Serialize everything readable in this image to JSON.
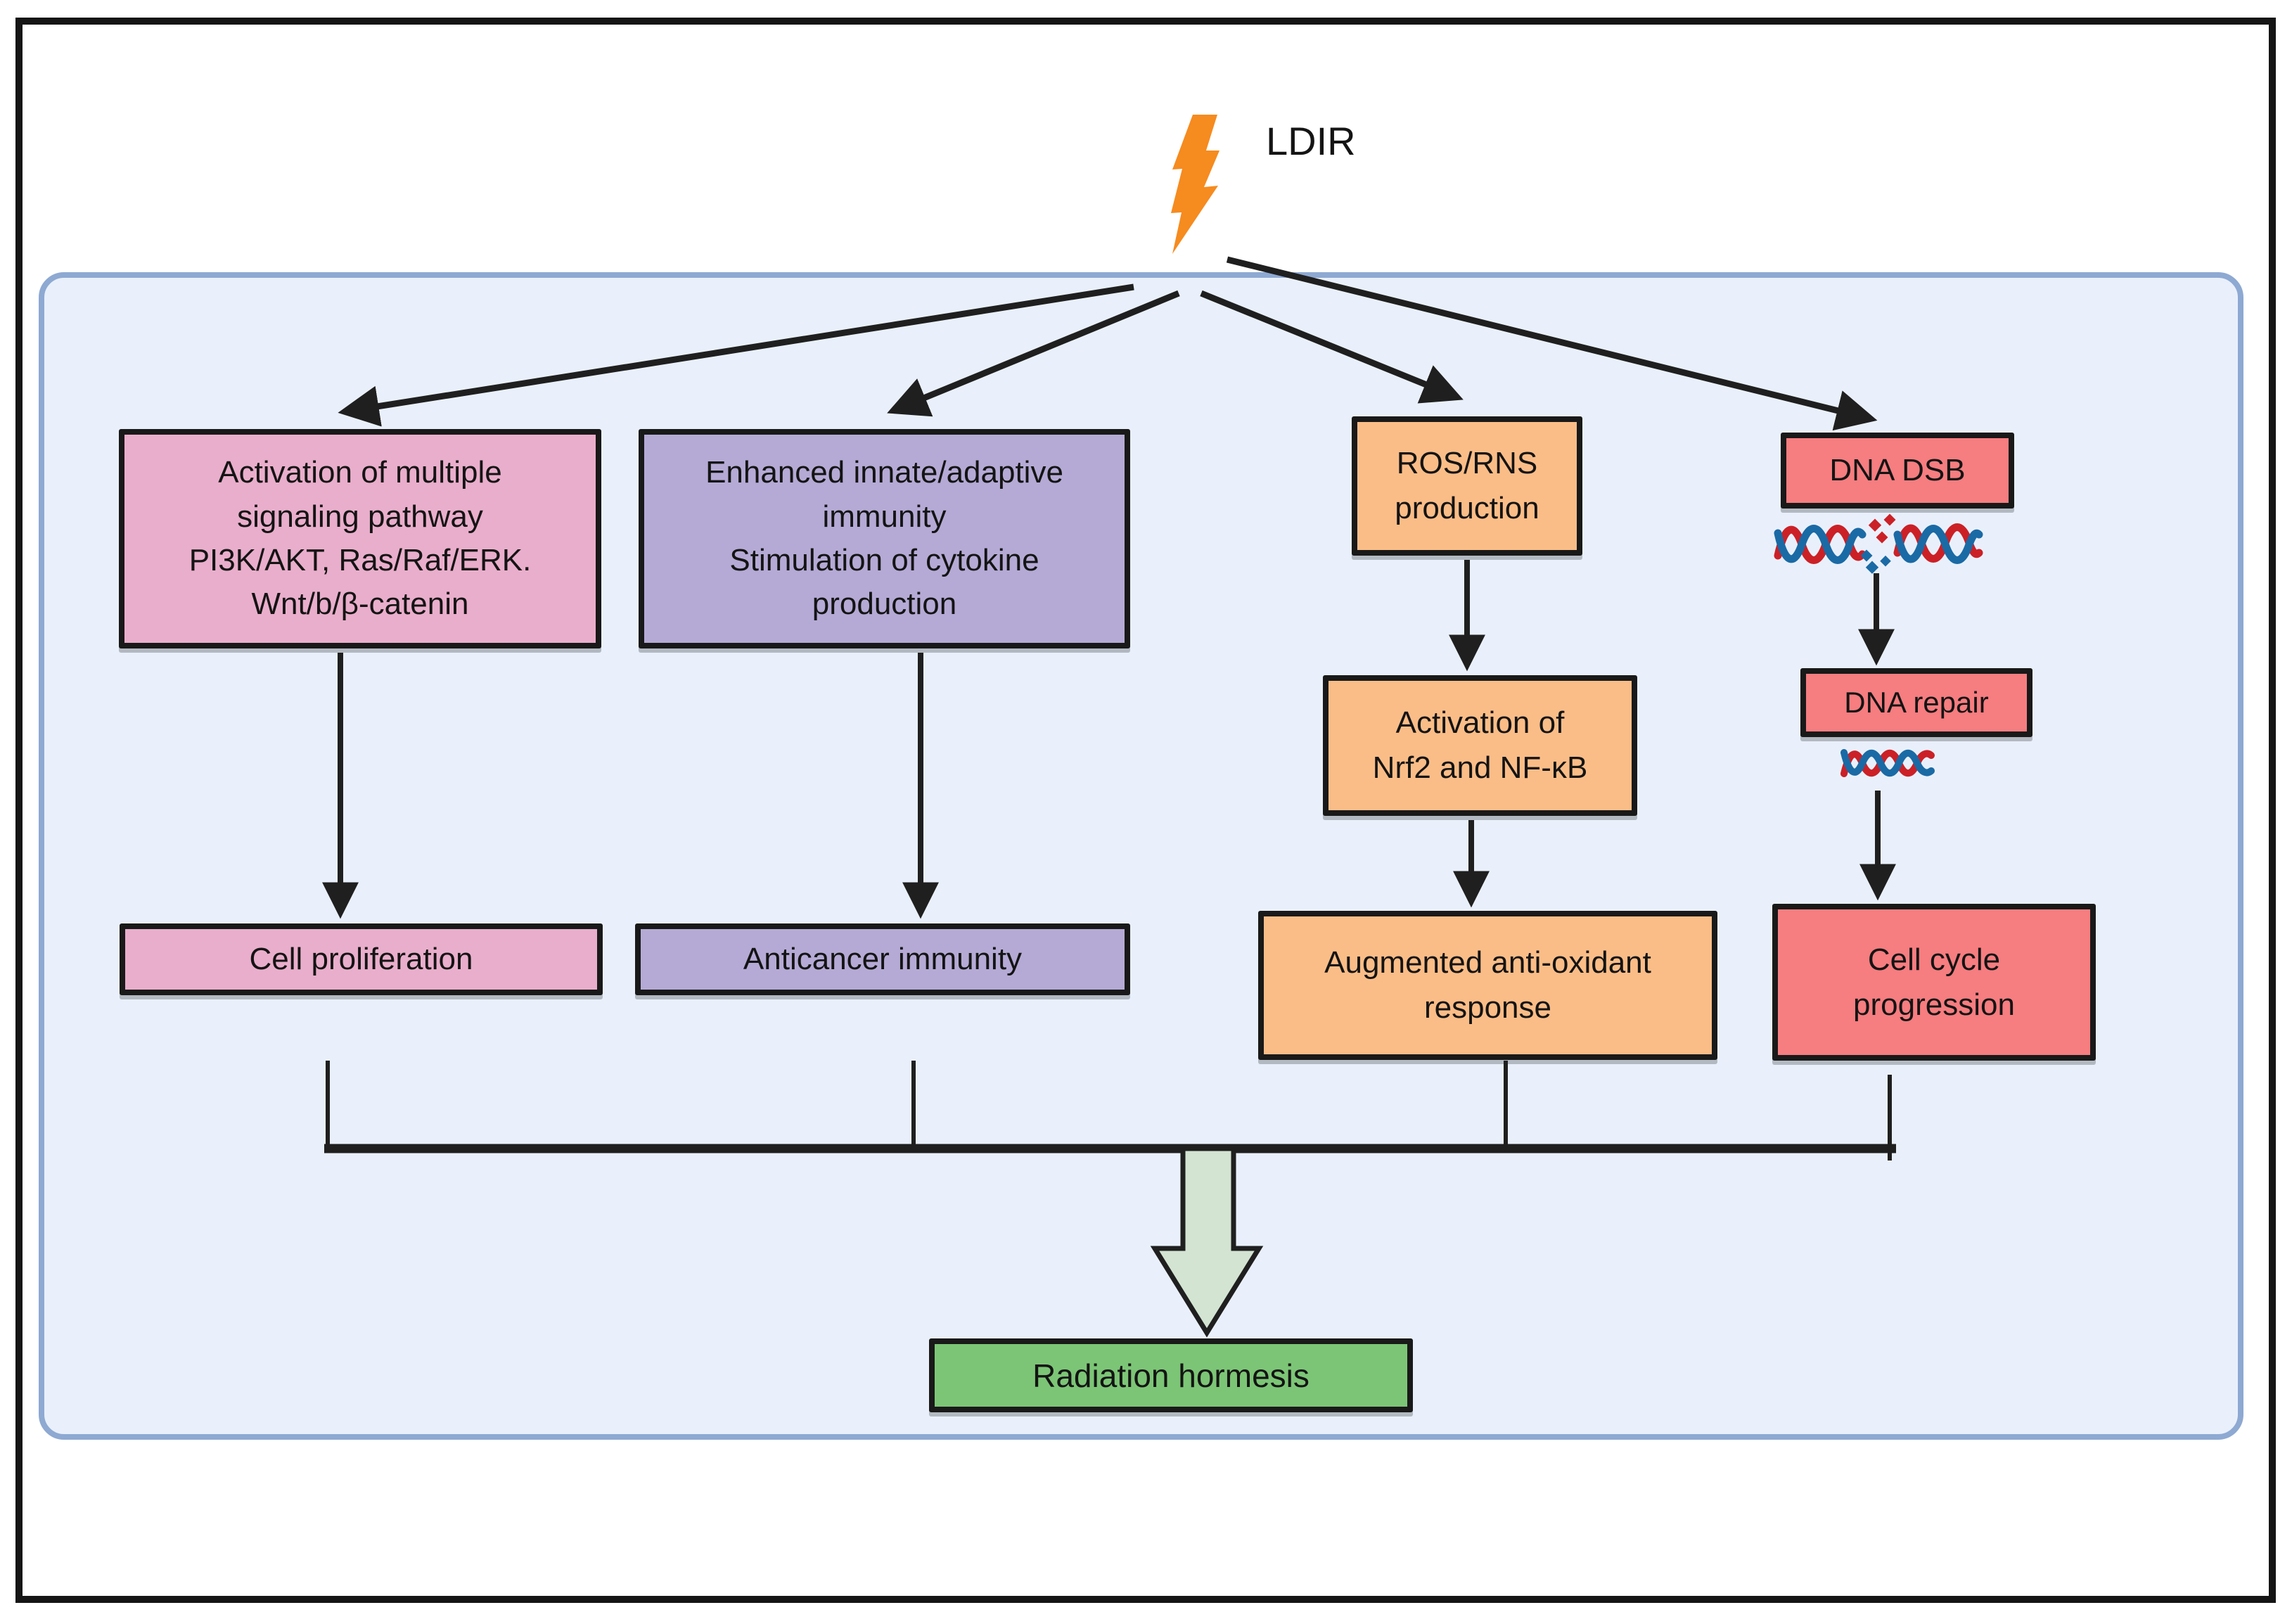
{
  "ldir_label": "LDIR",
  "boxes": {
    "signaling": "Activation of multiple\nsignaling pathway\nPI3K/AKT, Ras/Raf/ERK.\nWnt/b/β-catenin",
    "immunity": "Enhanced innate/adaptive\nimmunity\nStimulation of cytokine\nproduction",
    "ros": "ROS/RNS\nproduction",
    "dna_dsb": "DNA DSB",
    "cell_proliferation": "Cell proliferation",
    "anticancer_immunity": "Anticancer immunity",
    "nrf2": "Activation of\nNrf2 and NF-κB",
    "augmented": "Augmented anti-oxidant\nresponse",
    "dna_repair": "DNA repair",
    "cell_cycle": "Cell cycle\nprogression",
    "outcome": "Radiation hormesis"
  },
  "icons": {
    "ldir": "lightning-bolt-icon",
    "dna_broken": "broken-dna-helix-icon",
    "dna_repaired": "dna-helix-icon",
    "merge": "down-block-arrow"
  },
  "colors": {
    "pink": "#e9aecb",
    "purple": "#b5aad5",
    "orange": "#fbbd87",
    "salmon": "#f67d80",
    "green_box": "#7cc576",
    "green_arrow": "#d3e4d2",
    "container_fill": "#e9f0fb",
    "container_border": "#8ea9d2",
    "lightning": "#f68b1f",
    "dna_red": "#cc2027",
    "dna_blue": "#1a6aa5",
    "line": "#1f1f1f"
  }
}
